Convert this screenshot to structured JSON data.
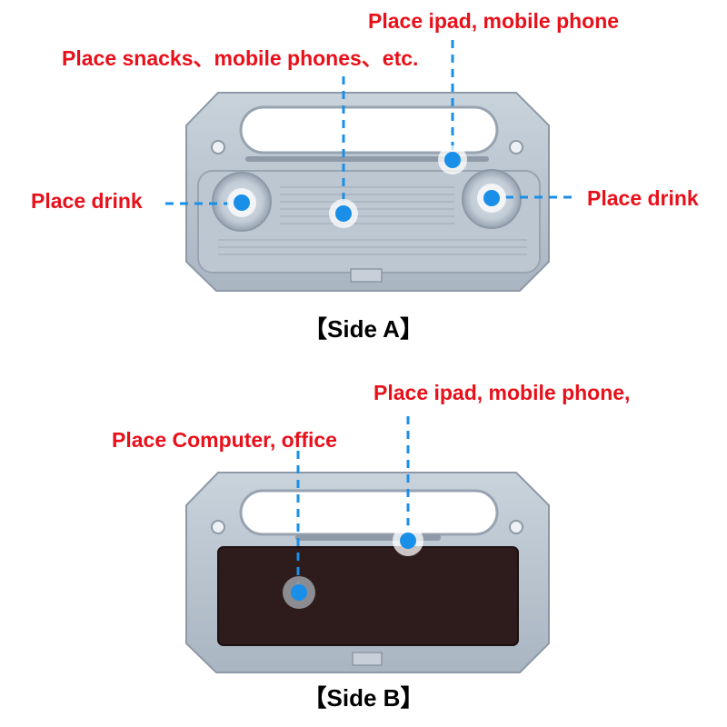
{
  "side_a": {
    "caption": "【Side A】",
    "callouts": {
      "ipad": "Place ipad, mobile phone",
      "snacks": "Place snacks、mobile phones、etc.",
      "drink_left": "Place drink",
      "drink_right": "Place drink"
    }
  },
  "side_b": {
    "caption": "【Side B】",
    "callouts": {
      "ipad": "Place ipad, mobile phone,",
      "computer": "Place Computer, office"
    }
  },
  "colors": {
    "callout_text": "#e8101a",
    "marker": "#1a8fe8",
    "tray": "#b9c4cf",
    "tray_edge": "#8d99a6",
    "mat": "#2e1c1c"
  }
}
